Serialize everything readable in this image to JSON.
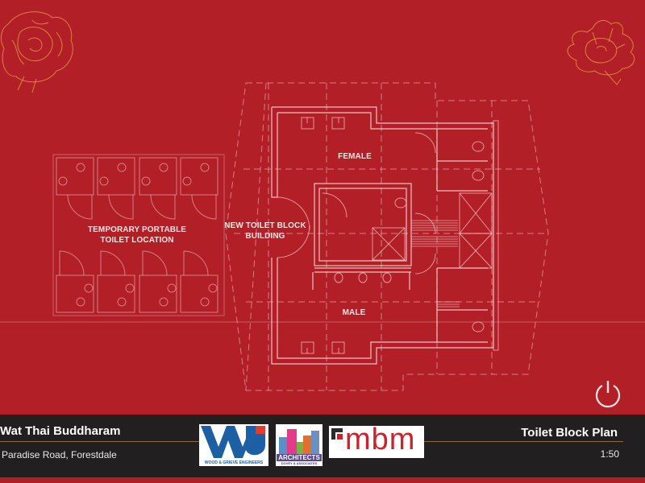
{
  "slide": {
    "background_color": "#b31f27",
    "line_color": "#f3c9c9",
    "ornament_color": "#e8a04a",
    "labels": {
      "female": "FEMALE",
      "male": "MALE",
      "new_block_line1": "NEW TOILET BLOCK",
      "new_block_line2": "BUILDING",
      "temp_line1": "TEMPORARY PORTABLE",
      "temp_line2": "TOILET LOCATION"
    },
    "ornaments": [
      "peony-flower-left",
      "lotus-flower-right"
    ]
  },
  "footer": {
    "project_title": "Wat Thai Buddharam",
    "project_address": "Paradise Road, Forestdale",
    "plan_title": "Toilet Block Plan",
    "scale": "1:50",
    "logos": [
      {
        "name": "wood-grieve-engineers",
        "caption": "WOOD & GRIEVE ENGINEERS",
        "mark": "WG"
      },
      {
        "name": "dovey-architects",
        "caption_main": "ARCHITECTS",
        "caption_sub": "DOVEY & ASSOCIATES"
      },
      {
        "name": "mbm",
        "text": "mbm"
      }
    ],
    "colors": {
      "background": "#221f20",
      "rule": "#8a6c3c",
      "text": "#ffffff"
    }
  },
  "controls": {
    "power_icon": "power-icon"
  }
}
